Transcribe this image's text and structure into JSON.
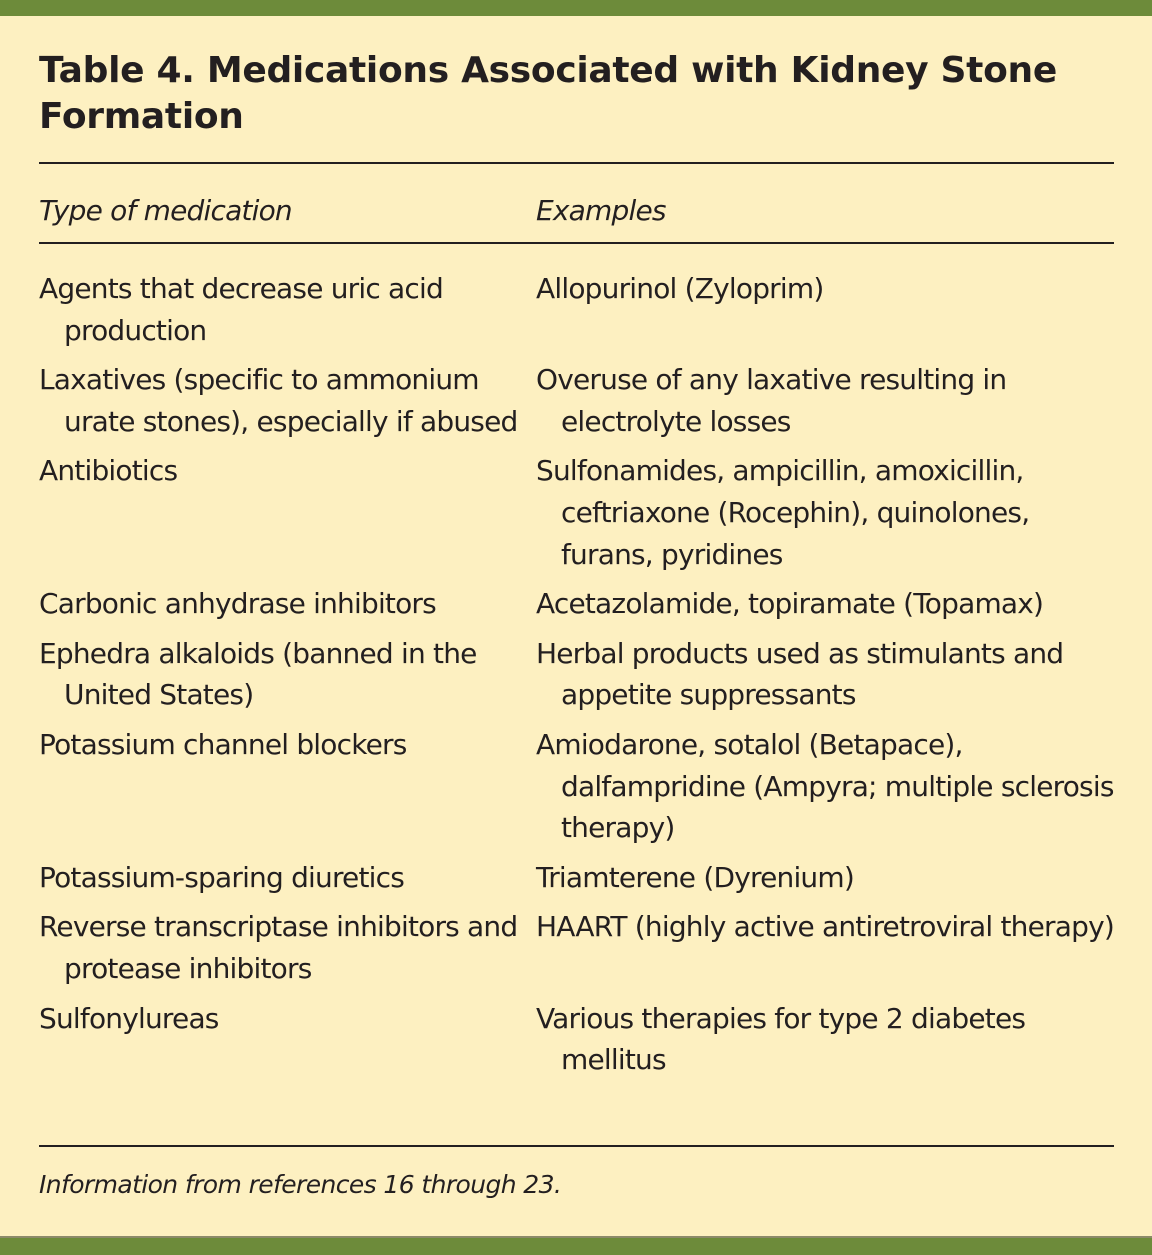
{
  "title": "Table 4. Medications Associated with Kidney Stone Formation",
  "columns": [
    "Type of medication",
    "Examples"
  ],
  "rows": [
    {
      "type": "Agents that decrease uric acid production",
      "examples": "Allopurinol (Zyloprim)"
    },
    {
      "type": "Laxatives (specific to ammonium urate stones), especially if abused",
      "examples": "Overuse of any laxative resulting in electrolyte losses"
    },
    {
      "type": "Antibiotics",
      "examples": "Sulfonamides, ampicillin, amoxicillin, ceftriaxone (Rocephin), quinolones, furans, pyridines"
    },
    {
      "type": "Carbonic anhydrase inhibitors",
      "examples": "Acetazolamide, topiramate (Topamax)"
    },
    {
      "type": "Ephedra alkaloids (banned in the United States)",
      "examples": "Herbal products used as stimulants and appetite suppressants"
    },
    {
      "type": "Potassium channel blockers",
      "examples": "Amiodarone, sotalol (Betapace), dalfampridine (Ampyra; multiple sclerosis therapy)"
    },
    {
      "type": "Potassium-sparing diuretics",
      "examples": "Triamterene (Dyrenium)"
    },
    {
      "type": "Reverse transcriptase inhibitors and protease inhibitors",
      "examples": "HAART (highly active antiretroviral therapy)"
    },
    {
      "type": "Sulfonylureas",
      "examples": "Various therapies for type 2 diabetes mellitus"
    }
  ],
  "footnote": "Information from references 16 through 23.",
  "colors": {
    "background": "#fdf0c1",
    "bar": "#6d8b3a",
    "text": "#231f20"
  }
}
